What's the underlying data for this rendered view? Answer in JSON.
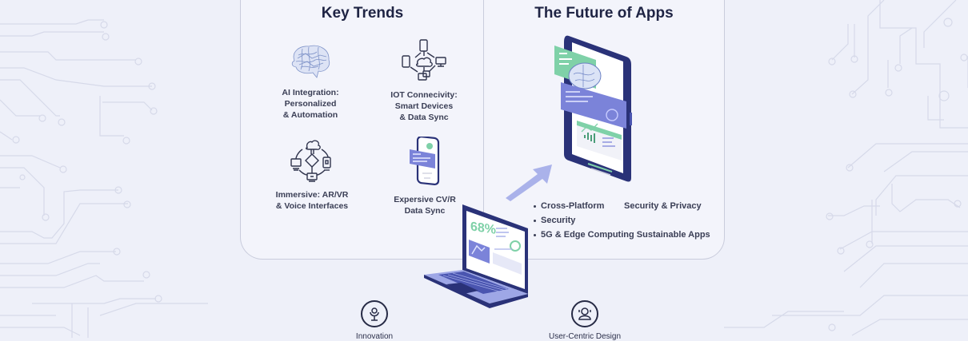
{
  "left_card": {
    "title": "Key Trends",
    "trends": [
      {
        "icon": "brain-icon",
        "line1": "AI Integration:",
        "line2": "Personalized",
        "line3": "& Automation"
      },
      {
        "icon": "iot-network-icon",
        "line1": "IOT Connecivity:",
        "line2": "Smart Devices",
        "line3": "& Data Sync"
      },
      {
        "icon": "immersive-network-icon",
        "line1": "Immersive: AR/VR",
        "line2": "& Voice Interfaces",
        "line3": ""
      },
      {
        "icon": "smartphone-card-icon",
        "line1": "Expersive CV/R",
        "line2": "Data Sync",
        "line3": ""
      }
    ]
  },
  "right_card": {
    "title": "The Future of Apps",
    "bullets": [
      "Cross-Platform",
      "Security",
      "5G & Edge Computing Sustainable Apps"
    ],
    "side_item": "Security & Privacy"
  },
  "laptop": {
    "screen_stat": "68%"
  },
  "bottom": {
    "items": [
      {
        "icon": "innovation-icon",
        "label": "Innovation"
      },
      {
        "icon": "user-centric-icon",
        "label": "User-Centric Design"
      }
    ]
  },
  "colors": {
    "background": "#eef0f9",
    "card_border": "#c9ccdc",
    "title": "#1f2444",
    "accent_purple": "#7b83d9",
    "accent_green": "#7fd1a8",
    "device_navy": "#2a3278"
  }
}
